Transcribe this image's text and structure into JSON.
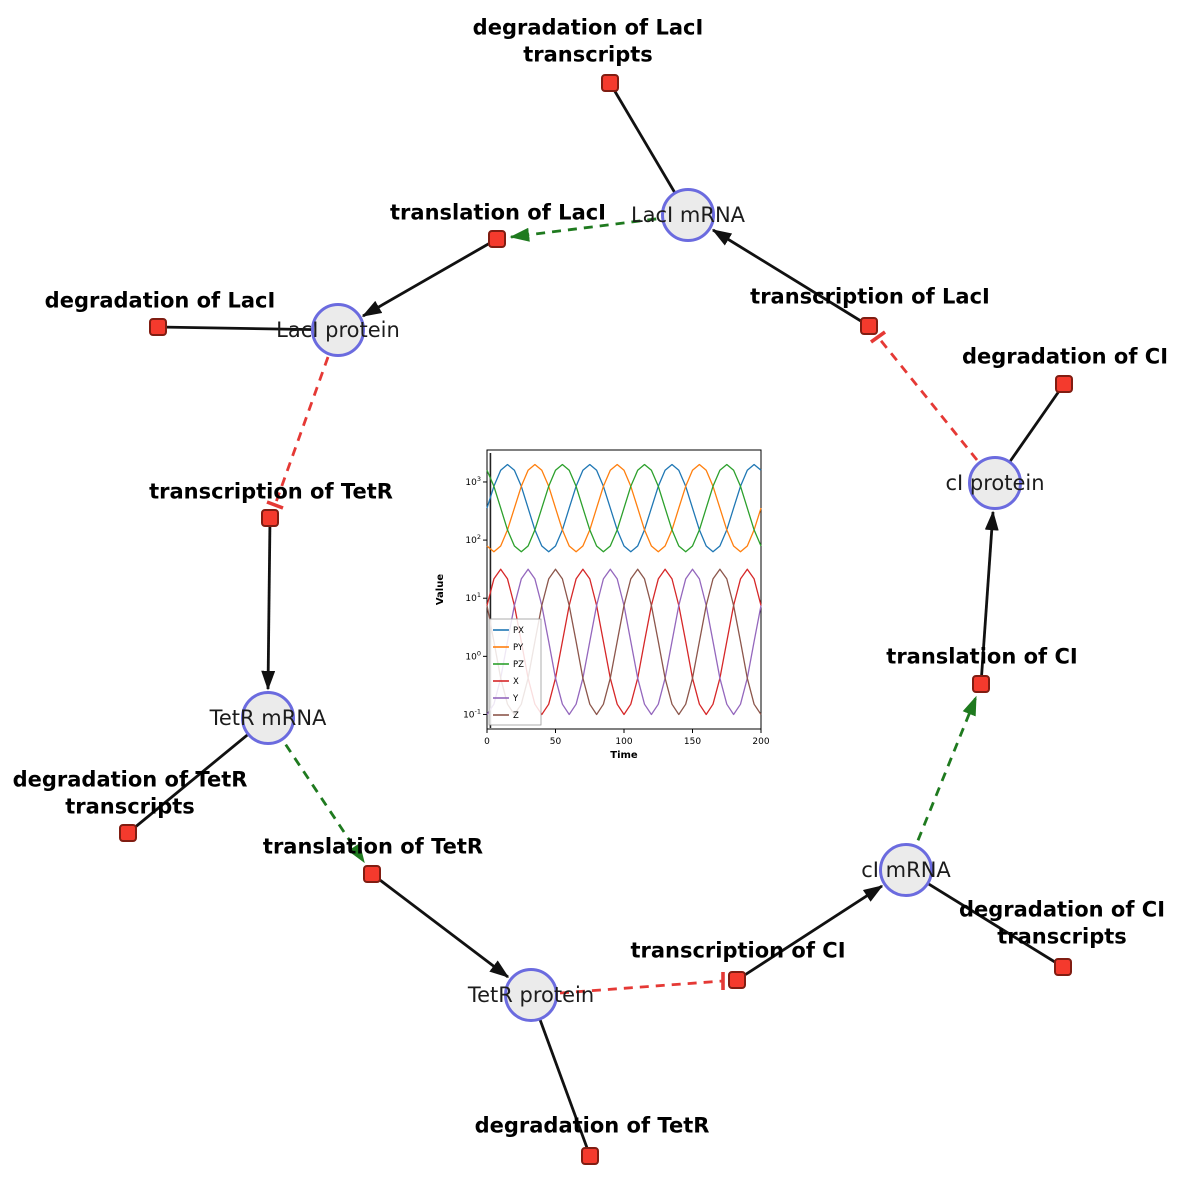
{
  "diagram": {
    "species": {
      "laci_mrna": "LacI mRNA",
      "laci_protein": "LacI protein",
      "tetr_mrna": "TetR mRNA",
      "tetr_protein": "TetR protein",
      "ci_mrna": "cI mRNA",
      "ci_protein": "cI protein"
    },
    "reactions": {
      "deg_laci_tx": "degradation of LacI transcripts",
      "tl_laci": "translation of LacI",
      "tc_laci": "transcription of LacI",
      "deg_laci": "degradation of LacI",
      "deg_ci": "degradation of CI",
      "tc_tetr": "transcription of TetR",
      "tl_ci": "translation of CI",
      "deg_tetr_tx": "degradation of TetR transcripts",
      "tl_tetr": "translation of TetR",
      "tc_ci": "transcription of CI",
      "deg_ci_tx": "degradation of CI transcripts",
      "deg_tetr": "degradation of TetR"
    },
    "colors": {
      "species_fill": "#ebebeb",
      "species_border": "#6b6bdf",
      "reaction_fill": "#f43a2d",
      "reaction_border": "#801d12",
      "edge": "#111111",
      "activation_edge": "#1f7a1f",
      "inhibition_edge": "#e53935"
    }
  },
  "chart_data": {
    "type": "line",
    "title": "",
    "xlabel": "Time",
    "ylabel": "Value",
    "xlim": [
      0,
      200
    ],
    "xticks": [
      0,
      50,
      100,
      150,
      200
    ],
    "yscale": "log",
    "ytick_exponents": [
      -1,
      0,
      1,
      2,
      3
    ],
    "ylim_log10": [
      -1.25,
      3.55
    ],
    "legend_position": "lower left",
    "x": [
      0,
      5,
      10,
      15,
      20,
      25,
      30,
      35,
      40,
      45,
      50,
      55,
      60,
      65,
      70,
      75,
      80,
      85,
      90,
      95,
      100,
      105,
      110,
      115,
      120,
      125,
      130,
      135,
      140,
      145,
      150,
      155,
      160,
      165,
      170,
      175,
      180,
      185,
      190,
      195,
      200
    ],
    "series": [
      {
        "name": "PX",
        "color": "#1f77b4",
        "values": [
          355,
          841,
          1585,
          1995,
          1585,
          841,
          355,
          150,
          79,
          63,
          79,
          150,
          355,
          841,
          1585,
          1995,
          1585,
          841,
          355,
          150,
          79,
          63,
          79,
          150,
          355,
          841,
          1585,
          1995,
          1585,
          841,
          355,
          150,
          79,
          63,
          79,
          150,
          355,
          841,
          1585,
          1995,
          1585
        ]
      },
      {
        "name": "PY",
        "color": "#ff7f0e",
        "values": [
          79,
          63,
          79,
          150,
          355,
          841,
          1585,
          1995,
          1585,
          841,
          355,
          150,
          79,
          63,
          79,
          150,
          355,
          841,
          1585,
          1995,
          1585,
          841,
          355,
          150,
          79,
          63,
          79,
          150,
          355,
          841,
          1585,
          1995,
          1585,
          841,
          355,
          150,
          79,
          63,
          79,
          150,
          355
        ]
      },
      {
        "name": "PZ",
        "color": "#2ca02c",
        "values": [
          1585,
          841,
          355,
          150,
          79,
          63,
          79,
          150,
          355,
          841,
          1585,
          1995,
          1585,
          841,
          355,
          150,
          79,
          63,
          79,
          150,
          355,
          841,
          1585,
          1995,
          1585,
          841,
          355,
          150,
          79,
          63,
          79,
          150,
          355,
          841,
          1585,
          1995,
          1585,
          841,
          355,
          150,
          79
        ]
      },
      {
        "name": "X",
        "color": "#d62728",
        "values": [
          7.5,
          21.5,
          31.6,
          21.5,
          7.5,
          1.8,
          0.42,
          0.15,
          0.1,
          0.15,
          0.42,
          1.8,
          7.5,
          21.5,
          31.6,
          21.5,
          7.5,
          1.8,
          0.42,
          0.15,
          0.1,
          0.15,
          0.42,
          1.8,
          7.5,
          21.5,
          31.6,
          21.5,
          7.5,
          1.8,
          0.42,
          0.15,
          0.1,
          0.15,
          0.42,
          1.8,
          7.5,
          21.5,
          31.6,
          21.5,
          7.5
        ]
      },
      {
        "name": "Y",
        "color": "#9467bd",
        "values": [
          0.1,
          0.15,
          0.42,
          1.8,
          7.5,
          21.5,
          31.6,
          21.5,
          7.5,
          1.8,
          0.42,
          0.15,
          0.1,
          0.15,
          0.42,
          1.8,
          7.5,
          21.5,
          31.6,
          21.5,
          7.5,
          1.8,
          0.42,
          0.15,
          0.1,
          0.15,
          0.42,
          1.8,
          7.5,
          21.5,
          31.6,
          21.5,
          7.5,
          1.8,
          0.42,
          0.15,
          0.1,
          0.15,
          0.42,
          1.8,
          7.5
        ]
      },
      {
        "name": "Z",
        "color": "#8c564b",
        "values": [
          7.5,
          1.8,
          0.42,
          0.15,
          0.1,
          0.15,
          0.42,
          1.8,
          7.5,
          21.5,
          31.6,
          21.5,
          7.5,
          1.8,
          0.42,
          0.15,
          0.1,
          0.15,
          0.42,
          1.8,
          7.5,
          21.5,
          31.6,
          21.5,
          7.5,
          1.8,
          0.42,
          0.15,
          0.1,
          0.15,
          0.42,
          1.8,
          7.5,
          21.5,
          31.6,
          21.5,
          7.5,
          1.8,
          0.42,
          0.15,
          0.1
        ]
      }
    ]
  }
}
